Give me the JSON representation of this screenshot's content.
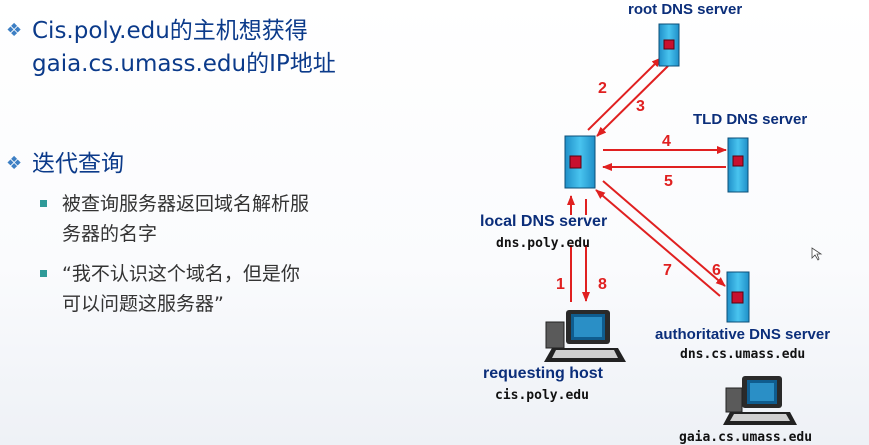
{
  "text_panel": {
    "bullet1": {
      "line1": "Cis.poly.edu的主机想获得",
      "line2": "gaia.cs.umass.edu的IP地址"
    },
    "bullet2": {
      "title": "迭代查询",
      "sub1": {
        "line1": "被查询服务器返回域名解析服",
        "line2": "务器的名字"
      },
      "sub2": {
        "line1": "“我不认识这个域名，但是你",
        "line2": "可以问题这服务器”"
      }
    }
  },
  "diagram": {
    "root": {
      "label": "root DNS server"
    },
    "tld": {
      "label": "TLD DNS server"
    },
    "local": {
      "label": "local DNS server",
      "host": "dns.poly.edu"
    },
    "auth": {
      "label": "authoritative DNS server",
      "host": "dns.cs.umass.edu"
    },
    "requesting": {
      "label": "requesting host",
      "host": "cis.poly.edu"
    },
    "target": {
      "host": "gaia.cs.umass.edu"
    },
    "steps": [
      "1",
      "2",
      "3",
      "4",
      "5",
      "6",
      "7",
      "8"
    ],
    "colors": {
      "arrow": "#e02020",
      "server_body": "#35b8e8",
      "server_slot": "#c8102e",
      "heading": "#0b3a8a"
    }
  }
}
